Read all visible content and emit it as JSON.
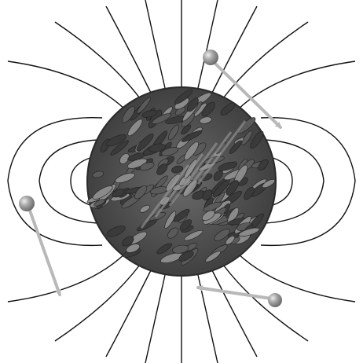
{
  "figure": {
    "subject": "protein-cage-in-field",
    "colors": {
      "background": "#ffffff",
      "field_line": "#111111",
      "protein_dark": "#3a3a3a",
      "protein_mid": "#5a5a5a",
      "protein_light": "#8a8a8a",
      "particle": "#9a9a9a",
      "particle_highlight": "#e0e0e0",
      "trajectory": "#b8b8b8"
    },
    "elements": {
      "field_lines": "magnetic-field-lines",
      "protein": "globular-protein-cage",
      "particles": [
        "particle-top-right",
        "particle-left",
        "particle-bottom-right"
      ],
      "trajectories": [
        "trajectory-top-right",
        "trajectory-left",
        "trajectory-bottom-right"
      ]
    }
  }
}
